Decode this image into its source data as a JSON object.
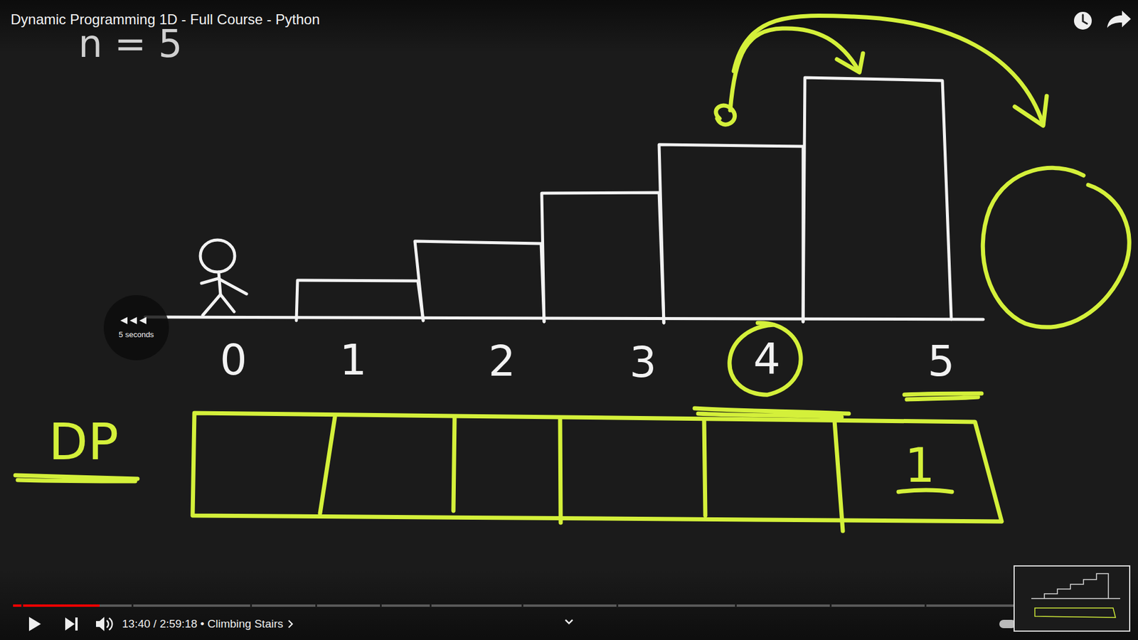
{
  "diagram": {
    "title": "Dynamic Programming 1D - Full Course - Python",
    "nodes": [
      {
        "text": [
          "4"
        ]
      },
      {
        "text": [
          "1"
        ]
      },
      {
        "text": [
          "5 seconds"
        ]
      }
    ],
    "labels": [
      "n = 5",
      "0",
      "1",
      "2",
      "3",
      "5",
      "DP",
      "13:40 / 2:59:18 • Climbing Stairs"
    ]
  }
}
